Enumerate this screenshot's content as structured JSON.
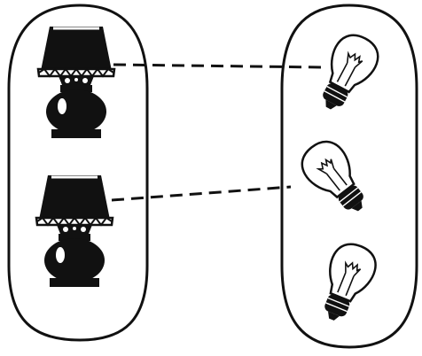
{
  "diagram": {
    "groups": [
      {
        "id": "lamps",
        "items": [
          "lamp",
          "lamp"
        ]
      },
      {
        "id": "bulbs",
        "items": [
          "light-bulb",
          "light-bulb",
          "light-bulb"
        ]
      }
    ],
    "links": [
      {
        "from": "lamp-1",
        "to": "bulb-1"
      },
      {
        "from": "lamp-2",
        "to": "bulb-2"
      }
    ],
    "colors": {
      "ink": "#111111",
      "paper": "#ffffff"
    }
  }
}
